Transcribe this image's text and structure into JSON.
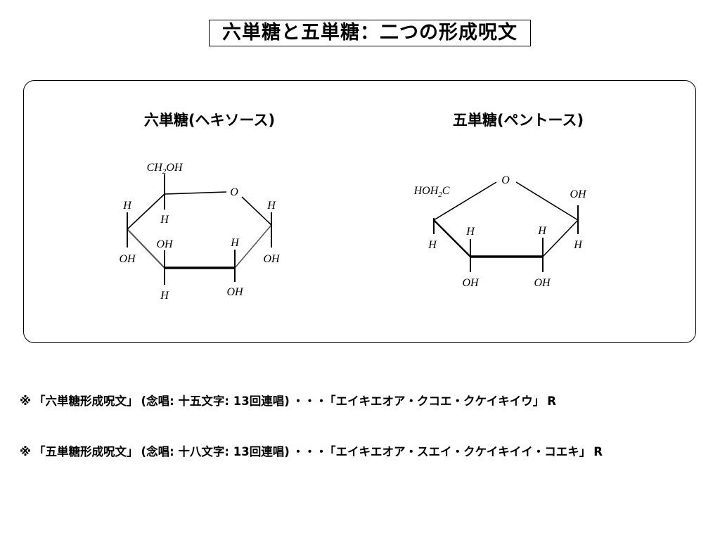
{
  "title": "六単糖と五単糖：二つの形成呪文",
  "hexose": {
    "heading": "六単糖(ヘキソース)",
    "labels": {
      "ch2oh_main": "CH",
      "ch2oh_sub": "2",
      "ch2oh_tail": "OH",
      "o": "O",
      "h": "H",
      "oh": "OH"
    }
  },
  "pentose": {
    "heading": "五単糖(ペントース)",
    "labels": {
      "hoh2c_main": "HOH",
      "hoh2c_sub": "2",
      "hoh2c_tail": "C",
      "o": "O",
      "h": "H",
      "oh": "OH"
    }
  },
  "notes": [
    {
      "mark": "※",
      "name": "「六単糖形成呪文」",
      "detail": "(念唱: 十五文字: 13回連唱)",
      "dots": "・・・",
      "spell": "「エイキエオア・クコエ・クケイキイウ」",
      "suffix": "R"
    },
    {
      "mark": "※",
      "name": "「五単糖形成呪文」",
      "detail": "(念唱: 十八文字: 13回連唱)",
      "dots": "・・・",
      "spell": "「エイキエオア・スエイ・クケイキイイ・コエキ」",
      "suffix": "R"
    }
  ]
}
